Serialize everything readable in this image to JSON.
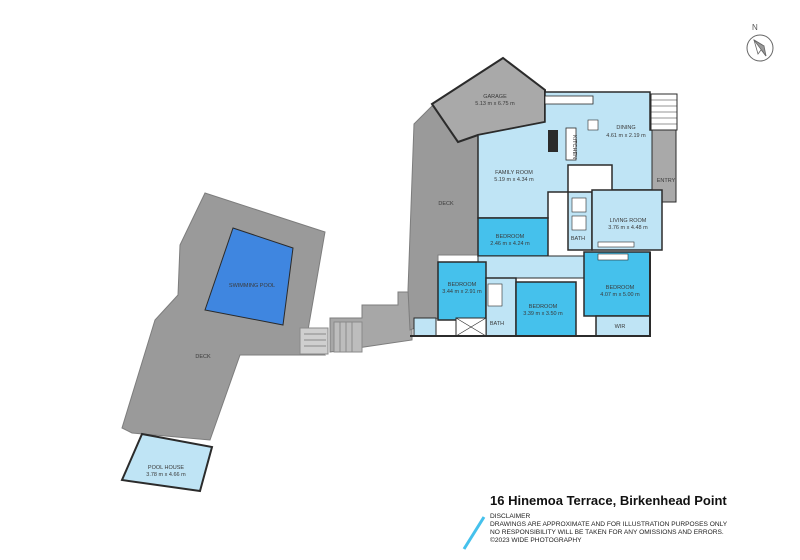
{
  "compass": {
    "label": "N"
  },
  "rooms": {
    "garage": {
      "name": "GARAGE",
      "size": "5.13 m x 6.75 m"
    },
    "kitchen": {
      "name": "KITCHEN"
    },
    "dining": {
      "name": "DINING",
      "size": "4.61 m x 2.19 m"
    },
    "family_room": {
      "name": "FAMILY ROOM",
      "size": "5.19 m x 4.34 m"
    },
    "entry": {
      "name": "ENTRY"
    },
    "deck_main": {
      "name": "DECK"
    },
    "bedroom_1": {
      "name": "BEDROOM",
      "size": "2.46 m x 4.24 m"
    },
    "bath_1": {
      "name": "BATH"
    },
    "living_room": {
      "name": "LIVING ROOM",
      "size": "3.76 m x 4.48 m"
    },
    "bedroom_2": {
      "name": "BEDROOM",
      "size": "3.44 m x 2.91 m"
    },
    "bedroom_3": {
      "name": "BEDROOM",
      "size": "3.39 m x 3.50 m"
    },
    "bedroom_4": {
      "name": "BEDROOM",
      "size": "4.07 m x 5.00 m"
    },
    "bath_2": {
      "name": "BATH"
    },
    "wir": {
      "name": "WIR"
    },
    "swimming_pool": {
      "name": "SWIMMING POOL"
    },
    "deck_pool": {
      "name": "DECK"
    },
    "pool_house": {
      "name": "POOL HOUSE",
      "size": "3.78 m x 4.66 m"
    }
  },
  "footer": {
    "address": "16 Hinemoa Terrace, Birkenhead Point",
    "disclaimer_title": "DISCLAIMER",
    "disclaimer_line1": "DRAWINGS ARE APPROXIMATE AND FOR ILLUSTRATION PURPOSES ONLY",
    "disclaimer_line2": "NO RESPONSIBILITY WILL BE TAKEN FOR ANY OMISSIONS AND ERRORS.",
    "copyright": "©2023 WIDE PHOTOGRAPHY"
  },
  "colors": {
    "deck": "#9a9a9a",
    "room_light": "#bfe4f5",
    "room_mid": "#45c1ec",
    "pool": "#3f86e0",
    "accent": "#45c1ec"
  }
}
